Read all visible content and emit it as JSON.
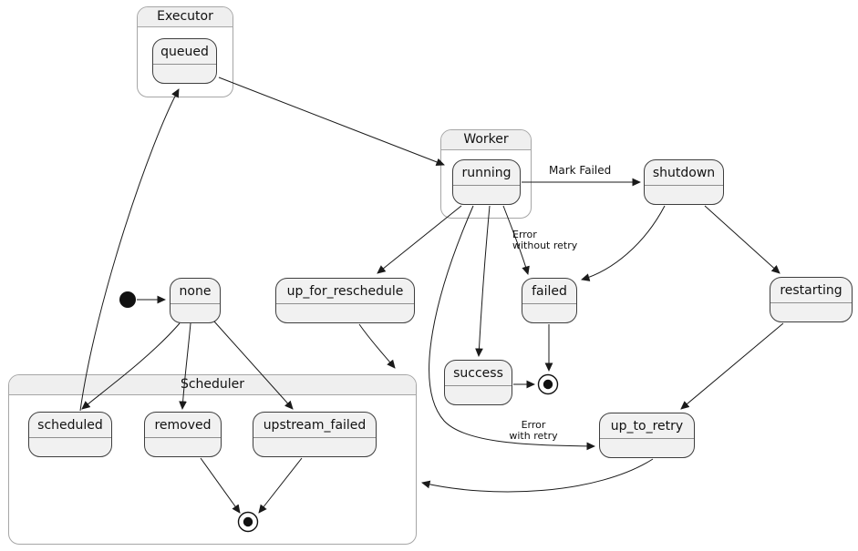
{
  "diagram_type": "state_diagram",
  "colors": {
    "background": "#ffffff",
    "state_fill": "#f1f1f1",
    "state_border": "#3e3e3e",
    "container_border": "#a6a6a6",
    "container_title_fill": "#efefef",
    "edge_line": "#1a1a1a"
  },
  "containers": {
    "executor": {
      "label": "Executor"
    },
    "worker": {
      "label": "Worker"
    },
    "scheduler": {
      "label": "Scheduler"
    }
  },
  "states": {
    "queued": {
      "label": "queued"
    },
    "running": {
      "label": "running"
    },
    "shutdown": {
      "label": "shutdown"
    },
    "restarting": {
      "label": "restarting"
    },
    "none": {
      "label": "none"
    },
    "up_for_reschedule": {
      "label": "up_for_reschedule"
    },
    "failed": {
      "label": "failed"
    },
    "success": {
      "label": "success"
    },
    "up_to_retry": {
      "label": "up_to_retry"
    },
    "scheduled": {
      "label": "scheduled"
    },
    "removed": {
      "label": "removed"
    },
    "upstream_failed": {
      "label": "upstream_failed"
    }
  },
  "edge_labels": {
    "mark_failed": "Mark Failed",
    "error_without_retry": {
      "line1": "Error",
      "line2": "without retry"
    },
    "error_with_retry": {
      "line1": "Error",
      "line2": "with retry"
    }
  },
  "transitions": [
    {
      "from": "initial",
      "to": "none",
      "label": ""
    },
    {
      "from": "none",
      "to": "scheduled",
      "label": ""
    },
    {
      "from": "none",
      "to": "removed",
      "label": ""
    },
    {
      "from": "none",
      "to": "upstream_failed",
      "label": ""
    },
    {
      "from": "scheduled",
      "to": "queued",
      "label": ""
    },
    {
      "from": "queued",
      "to": "running",
      "label": ""
    },
    {
      "from": "running",
      "to": "shutdown",
      "label": "Mark Failed"
    },
    {
      "from": "running",
      "to": "up_for_reschedule",
      "label": ""
    },
    {
      "from": "running",
      "to": "success",
      "label": ""
    },
    {
      "from": "running",
      "to": "failed",
      "label": "Error without retry"
    },
    {
      "from": "running",
      "to": "up_to_retry",
      "label": "Error with retry"
    },
    {
      "from": "shutdown",
      "to": "failed",
      "label": ""
    },
    {
      "from": "shutdown",
      "to": "restarting",
      "label": ""
    },
    {
      "from": "restarting",
      "to": "up_to_retry",
      "label": ""
    },
    {
      "from": "up_for_reschedule",
      "to": "scheduler",
      "label": ""
    },
    {
      "from": "up_to_retry",
      "to": "scheduler",
      "label": ""
    },
    {
      "from": "failed",
      "to": "final",
      "label": ""
    },
    {
      "from": "success",
      "to": "final",
      "label": ""
    },
    {
      "from": "removed",
      "to": "final_scheduler",
      "label": ""
    },
    {
      "from": "upstream_failed",
      "to": "final_scheduler",
      "label": ""
    }
  ]
}
